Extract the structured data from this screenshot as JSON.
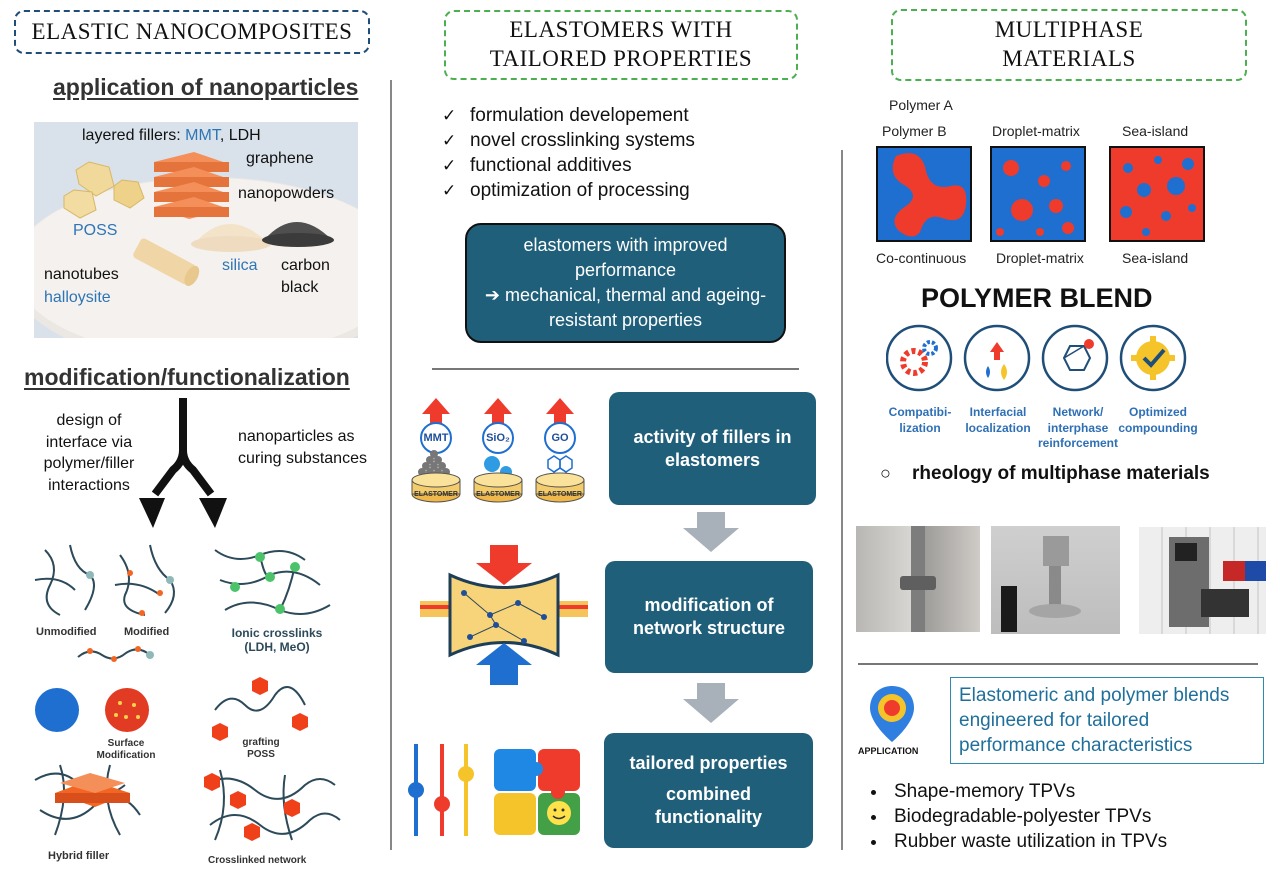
{
  "left": {
    "header": "ELASTIC NANOCOMPOSITES",
    "section1_title": "application of nanoparticles",
    "layered_fillers_prefix": "layered fillers: ",
    "layered_fillers_mmt": "MMT",
    "layered_fillers_suffix": ", LDH",
    "graphene": "graphene",
    "nanopowders": "nanopowders",
    "poss": "POSS",
    "silica": "silica",
    "carbon_black": "carbon black",
    "nanotubes": "nanotubes",
    "halloysite": "halloysite",
    "section2_title": "modification/functionalization",
    "design_interface": "design of interface via polymer/filler interactions",
    "curing": "nanoparticles as curing substances",
    "unmodified": "Unmodified",
    "modified": "Modified",
    "ionic": "Ionic crosslinks (LDH, MeO)",
    "surface_mod": "Surface Modification",
    "grafting": "grafting POSS",
    "hybrid": "Hybrid filler",
    "crosslinked": "Crosslinked network"
  },
  "middle": {
    "header": "ELASTOMERS WITH TAILORED PROPERTIES",
    "checks": [
      "formulation developement",
      "novel crosslinking systems",
      "functional additives",
      "optimization of processing"
    ],
    "improved_line1": "elastomers with improved performance",
    "improved_line2": "➔ mechanical, thermal and ageing-resistant properties",
    "filler_labels": [
      "MMT",
      "SiO₂",
      "GO"
    ],
    "elastomer_label": "ELASTOMER",
    "box1": "activity of fillers in elastomers",
    "box2": "modification of network structure",
    "box3_line1": "tailored properties",
    "box3_line2": "combined functionality"
  },
  "right": {
    "header": "MULTIPHASE MATERIALS",
    "polymer_a": "Polymer A",
    "polymer_b": "Polymer B",
    "droplet_top": "Droplet-matrix",
    "sea_top": "Sea-island",
    "cocontinuous": "Co-continuous",
    "droplet_bottom": "Droplet-matrix",
    "sea_bottom": "Sea-island",
    "polymer_blend": "POLYMER BLEND",
    "icon_captions": [
      "Compatibi-lization",
      "Interfacial localization",
      "Network/ interphase reinforcement",
      "Optimized compounding"
    ],
    "rheology": "rheology of multiphase materials",
    "application": "APPLICATION",
    "engineered": "Elastomeric and polymer blends engineered for tailored performance characteristics",
    "bullets": [
      "Shape-memory TPVs",
      "Biodegradable-polyester TPVs",
      "Rubber waste utilization in TPVs"
    ]
  },
  "colors": {
    "teal": "#1f5f7a",
    "red": "#ef3b2c",
    "blue": "#1f6fd1",
    "orange": "#f26522"
  }
}
